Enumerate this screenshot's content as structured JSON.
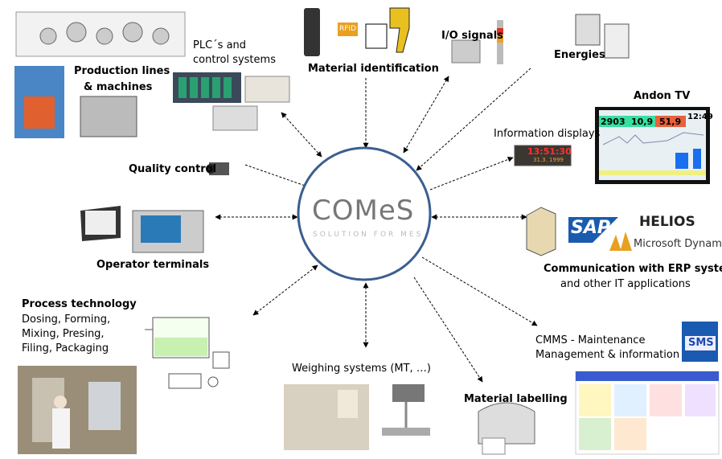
{
  "center": {
    "logo_text": "COMeS",
    "tagline": "SOLUTION FOR MES",
    "ring_color": "#3a5f8f"
  },
  "nodes": {
    "production": {
      "line1": "Production lines",
      "line2": "& machines"
    },
    "plc": {
      "line1": "PLC´s and",
      "line2": "control systems"
    },
    "material_id": {
      "label": "Material identification",
      "rfid": "RFID"
    },
    "io": {
      "label": "I/O signals"
    },
    "energies": {
      "label": "Energies"
    },
    "andon": {
      "label": "Andon TV",
      "v1": "2903",
      "v2": "10,9",
      "v3": "51,9",
      "time": "12:49"
    },
    "info_displays": {
      "label": "Information displays",
      "time": "13:51:30",
      "date": "31.3. 1999"
    },
    "quality": {
      "label": "Quality control"
    },
    "operator": {
      "label": "Operator terminals"
    },
    "erp": {
      "line1": "Communication with ERP systems",
      "line2": "and other IT applications",
      "sap": "SAP",
      "helios": "HELIOS",
      "ms": "Microsoft Dynamics"
    },
    "process": {
      "title": "Process technology",
      "line1": "Dosing, Forming,",
      "line2": "Mixing, Presing,",
      "line3": "Filing, Packaging"
    },
    "weighing": {
      "label": "Weighing systems (MT, …)"
    },
    "labelling": {
      "label": "Material labelling"
    },
    "cmms": {
      "line1": "CMMS - Maintenance",
      "line2": "Management & information",
      "sms": "SMS"
    }
  },
  "colors": {
    "andon_green": "#38e0a0",
    "andon_red": "#e8603c",
    "led_red": "#ff3030",
    "sap_blue": "#1a5bb0"
  }
}
